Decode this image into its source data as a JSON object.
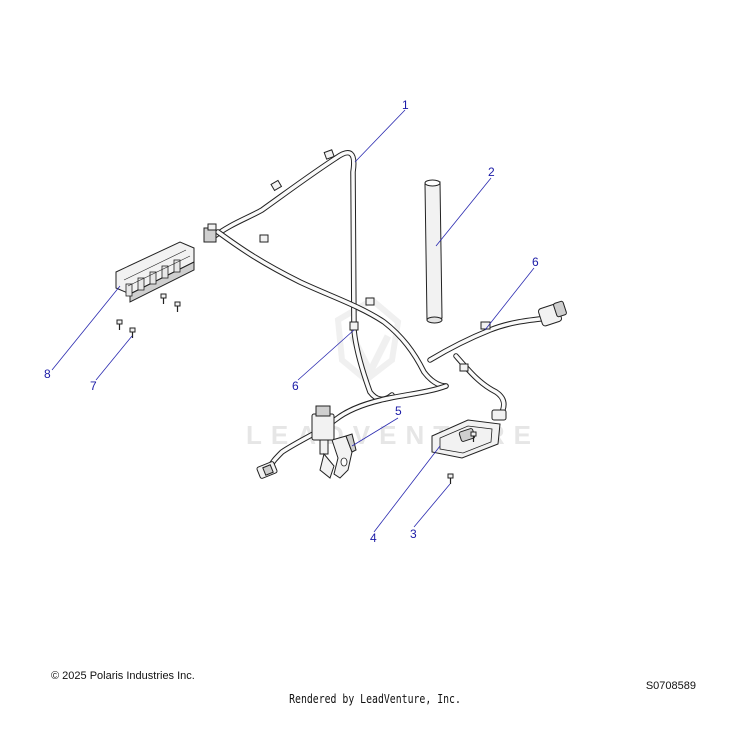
{
  "diagram": {
    "watermark_text": "LEADVENTURE",
    "callouts": [
      {
        "id": "callout-1",
        "label": "1"
      },
      {
        "id": "callout-2",
        "label": "2"
      },
      {
        "id": "callout-3",
        "label": "3"
      },
      {
        "id": "callout-4",
        "label": "4"
      },
      {
        "id": "callout-5",
        "label": "5"
      },
      {
        "id": "callout-6a",
        "label": "6"
      },
      {
        "id": "callout-6b",
        "label": "6"
      },
      {
        "id": "callout-7",
        "label": "7"
      },
      {
        "id": "callout-8",
        "label": "8"
      }
    ],
    "colors": {
      "callout": "#1a1aa6",
      "line": "#222222",
      "watermark": "#e6e6e6"
    }
  },
  "footer": {
    "copyright": "© 2025 Polaris Industries Inc.",
    "diagram_id": "S0708589",
    "rendered_by": "Rendered by LeadVenture, Inc."
  }
}
